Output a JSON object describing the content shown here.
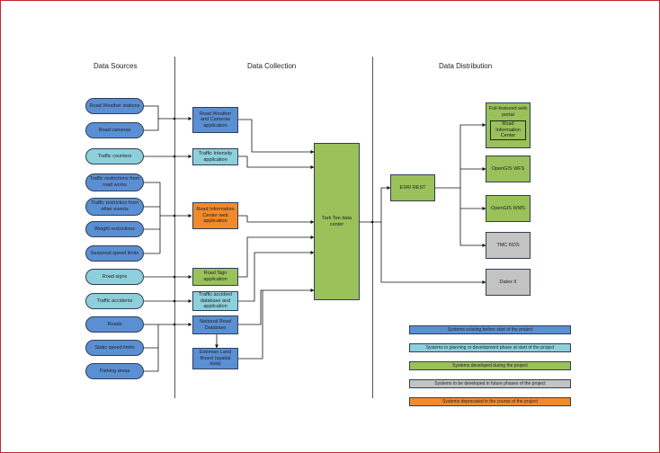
{
  "columns": {
    "sources": "Data Sources",
    "collection": "Data Collection",
    "distribution": "Data Distribution"
  },
  "sources": [
    {
      "label": "Road Weather stations",
      "color": "blue"
    },
    {
      "label": "Road cameras",
      "color": "blue"
    },
    {
      "label": "Traffic counters",
      "color": "light"
    },
    {
      "label": "Traffic restrictions from road works",
      "color": "blue"
    },
    {
      "label": "Traffic restriction from other events",
      "color": "blue"
    },
    {
      "label": "Weight restrictions",
      "color": "blue"
    },
    {
      "label": "Seasonal speed limits",
      "color": "blue"
    },
    {
      "label": "Road signs",
      "color": "light"
    },
    {
      "label": "Traffic accidents",
      "color": "light"
    },
    {
      "label": "Roads",
      "color": "blue"
    },
    {
      "label": "Static speed limits",
      "color": "blue"
    },
    {
      "label": "Parking areas",
      "color": "blue"
    }
  ],
  "collection": [
    {
      "label": "Road Weather and Cameras application",
      "color": "blue"
    },
    {
      "label": "Traffic Intensity application",
      "color": "light"
    },
    {
      "label": "Road Information Center web application",
      "color": "orange"
    },
    {
      "label": "Road Sign application",
      "color": "green"
    },
    {
      "label": "Traffic accident database and application",
      "color": "light"
    },
    {
      "label": "National Road Database",
      "color": "blue"
    },
    {
      "label": "Estonian Land Board (spatial data)",
      "color": "blue"
    }
  ],
  "datacenter": {
    "label": "Tark Tee data center",
    "color": "green"
  },
  "esb": {
    "label": "ESRI REST",
    "color": "green"
  },
  "distribution": [
    {
      "label": "Full-featured web portal",
      "inner": "Road Information Center",
      "color": "green"
    },
    {
      "label": "OpenGIS WFS",
      "color": "green"
    },
    {
      "label": "OpenGIS WMS",
      "color": "green"
    },
    {
      "label": "TMC RDS",
      "color": "grey"
    },
    {
      "label": "Datex II",
      "color": "grey"
    }
  ],
  "legend": [
    {
      "label": "Systems existing before start of the project",
      "color": "blue"
    },
    {
      "label": "Systems in planning or development phase at start of the project",
      "color": "light"
    },
    {
      "label": "Systems developed during the project",
      "color": "green"
    },
    {
      "label": "Systems to be developed in future phases of the project",
      "color": "grey"
    },
    {
      "label": "Systems deprecated in the course of the project",
      "color": "orange"
    }
  ],
  "colors": {
    "blue": "#5b8fd4",
    "light": "#8ecfdc",
    "green": "#9ac15a",
    "orange": "#f28a2b",
    "grey": "#c3c3c3",
    "frame": "#c0272d"
  }
}
